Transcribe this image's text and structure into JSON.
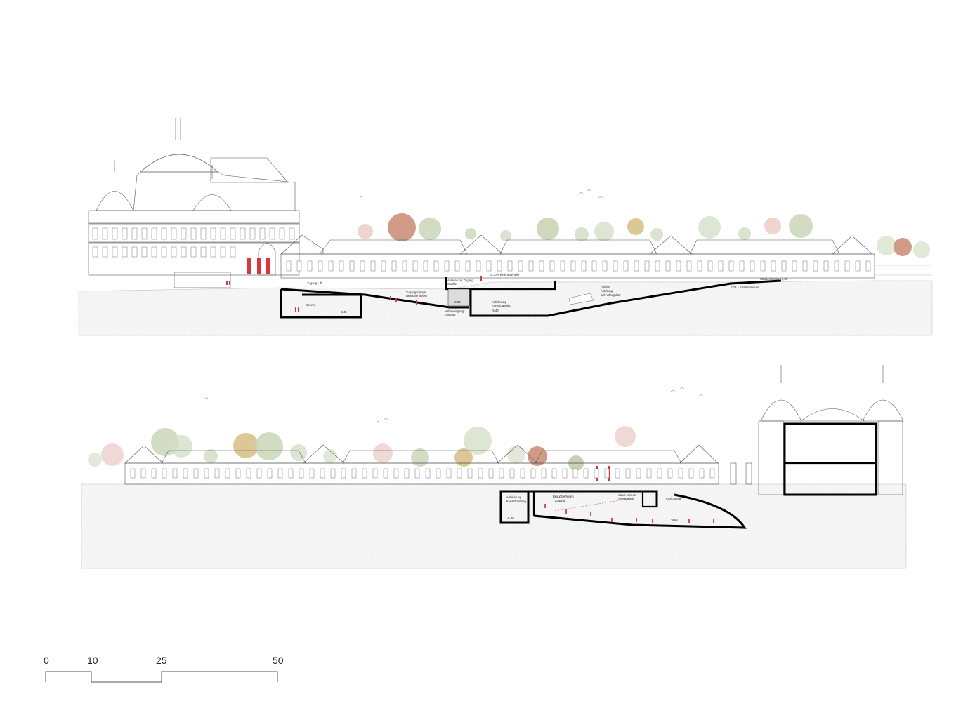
{
  "section_top": {
    "labels": {
      "zugang_lift": "Zugang Lift",
      "zugangsrampe": "Zugangsrampe",
      "besucherinnen": "Besucher*innen",
      "service": "Service",
      "level_a": "-5.40",
      "anlieferung_zugang": "Anlieferung Zugang",
      "stadtle": "Stadtle",
      "nebeneingang": "Nebeneingang",
      "eingang": "Eingang",
      "level_b": "-5.80",
      "anlieferung": "Anlieferung",
      "kunst_catering": "Kunst/Catering",
      "level_c": "-5.40",
      "abfahrt": "Abfahrt",
      "ableitung": "Ableitung",
      "aufzugplatz": "auf Aufzugplatz",
      "platform_note": "+2.70 Anlieferung/Halle",
      "right_note": "0,00 = Straßenniveau",
      "far_right_note": "Straßenniveau +1,00"
    }
  },
  "section_bottom": {
    "labels": {
      "anlieferung": "Anlieferung",
      "kunst_catering": "Kunst/Catering",
      "besucherinnen": "Besucher*innen",
      "zugang": "Zugang",
      "video_screen": "Video-Screen",
      "anzeigetafel": "Anzeigetafel",
      "info_lounge": "Info/Lounge",
      "level_a": "-5.40",
      "level_b": "-5.80"
    }
  },
  "scale_bar": {
    "ticks": [
      "0",
      "10",
      "25",
      "50"
    ]
  },
  "colors": {
    "accent_red": "#d9363e",
    "tree_green": "#b7c7a3",
    "tree_orange": "#c97a5f",
    "tree_yellow": "#c9a95a",
    "tree_pink": "#e6b0a8"
  }
}
